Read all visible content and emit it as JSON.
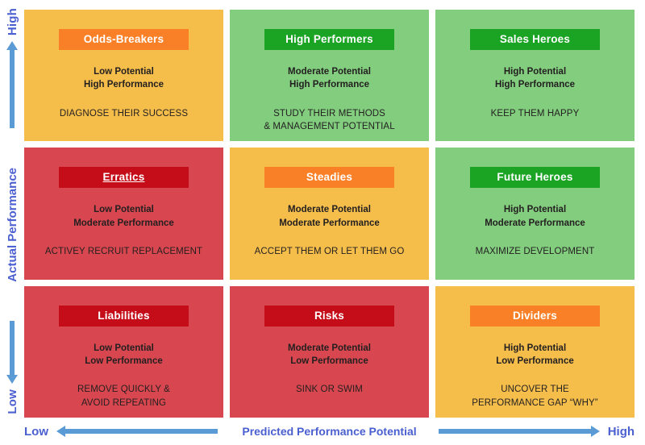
{
  "axes": {
    "y": {
      "title": "Actual Performance",
      "high_label": "High",
      "low_label": "Low",
      "up_arrow_icon": "arrow-up-icon",
      "down_arrow_icon": "arrow-down-icon"
    },
    "x": {
      "title": "Predicted Performance Potential",
      "low_label": "Low",
      "high_label": "High",
      "left_arrow_icon": "arrow-left-icon",
      "right_arrow_icon": "arrow-right-icon"
    }
  },
  "colors": {
    "amber_cell": "#f5be4b",
    "green_cell": "#82cd7e",
    "red_cell": "#d8474f",
    "orange_chip": "#f98026",
    "dark_green_chip": "#1ba324",
    "dark_red_chip": "#c40d18",
    "axis_text": "#4a5fd0",
    "arrow": "#5b9bd5",
    "cell_text": "#231f20"
  },
  "cells": [
    {
      "title": "Odds-Breakers",
      "potential": "Low Potential",
      "performance": "High Performance",
      "action": "DIAGNOSE THEIR SUCCESS",
      "cell_bg": "bg-amber",
      "chip_bg": "c-orange",
      "underline": false
    },
    {
      "title": "High Performers",
      "potential": "Moderate Potential",
      "performance": "High Performance",
      "action": "STUDY THEIR METHODS\n& MANAGEMENT POTENTIAL",
      "cell_bg": "bg-green",
      "chip_bg": "c-dgreen",
      "underline": false
    },
    {
      "title": "Sales Heroes",
      "potential": "High Potential",
      "performance": "High Performance",
      "action": "KEEP THEM HAPPY",
      "cell_bg": "bg-green",
      "chip_bg": "c-dgreen",
      "underline": false
    },
    {
      "title": "Erratics",
      "potential": "Low Potential",
      "performance": "Moderate Performance",
      "action": "ACTIVEY RECRUIT REPLACEMENT",
      "cell_bg": "bg-red",
      "chip_bg": "c-dred",
      "underline": true
    },
    {
      "title": "Steadies",
      "potential": "Moderate Potential",
      "performance": "Moderate Performance",
      "action": "ACCEPT THEM OR LET THEM GO",
      "cell_bg": "bg-amber",
      "chip_bg": "c-orange",
      "underline": false
    },
    {
      "title": "Future Heroes",
      "potential": "High Potential",
      "performance": "Moderate Performance",
      "action": "MAXIMIZE DEVELOPMENT",
      "cell_bg": "bg-green",
      "chip_bg": "c-dgreen",
      "underline": false
    },
    {
      "title": "Liabilities",
      "potential": "Low Potential",
      "performance": "Low Performance",
      "action": "REMOVE QUICKLY &\nAVOID REPEATING",
      "cell_bg": "bg-red",
      "chip_bg": "c-dred",
      "underline": false
    },
    {
      "title": "Risks",
      "potential": "Moderate Potential",
      "performance": "Low Performance",
      "action": "SINK OR SWIM",
      "cell_bg": "bg-red",
      "chip_bg": "c-dred",
      "underline": false
    },
    {
      "title": "Dividers",
      "potential": "High Potential",
      "performance": "Low Performance",
      "action": "UNCOVER THE\nPERFORMANCE GAP “WHY”",
      "cell_bg": "bg-amber",
      "chip_bg": "c-orange",
      "underline": false
    }
  ]
}
